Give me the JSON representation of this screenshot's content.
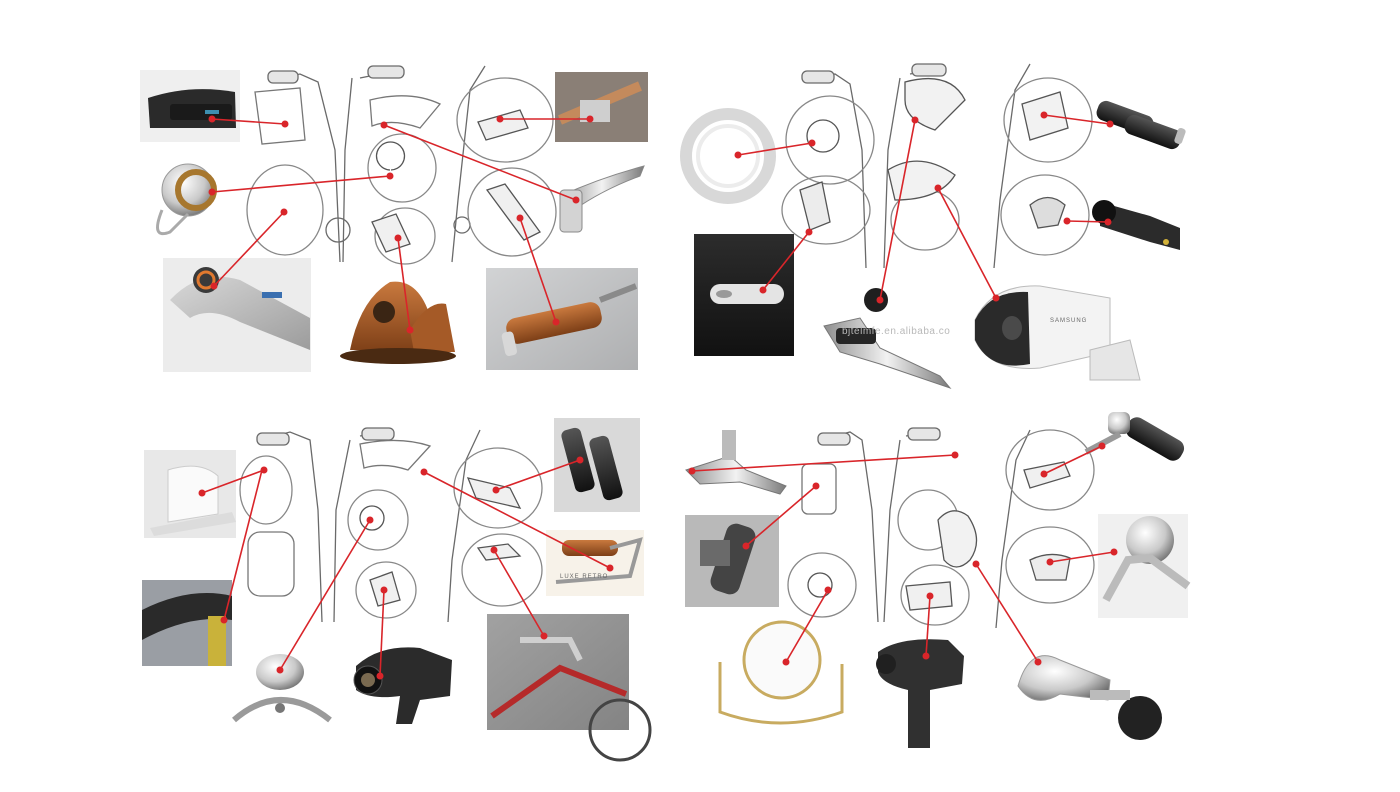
{
  "board": {
    "background": "#ffffff",
    "sketch_ink": "#555555",
    "leader_color": "#d9252a",
    "panels": [
      {
        "id": "top-left",
        "theme": "handlebar-sketch-references"
      },
      {
        "id": "top-right",
        "theme": "handlebar-sketch-references"
      },
      {
        "id": "bottom-left",
        "theme": "handlebar-sketch-references"
      },
      {
        "id": "bottom-right",
        "theme": "handlebar-sketch-references"
      }
    ]
  },
  "text": {
    "watermark": "bjtelmfe.en.alibaba.co",
    "camera_brand": "SAMSUNG",
    "grip_caption": "LUXE RETRO"
  },
  "icons": {
    "photos": [
      "wireless-charger",
      "bike-bell",
      "handlebar-light",
      "bluetooth-speaker",
      "leather-grip",
      "ring-lamp",
      "light-tube",
      "brake-lever",
      "grips",
      "cctv-camera",
      "bike-stem",
      "charging-stand",
      "handlebar-grip",
      "bell-dome",
      "hair-dryer",
      "red-bicycle",
      "brake-lever-photo",
      "lamp-post",
      "mirror-lamp",
      "massage-gun",
      "bike-horn",
      "corner-bracket",
      "foam-grip"
    ]
  }
}
